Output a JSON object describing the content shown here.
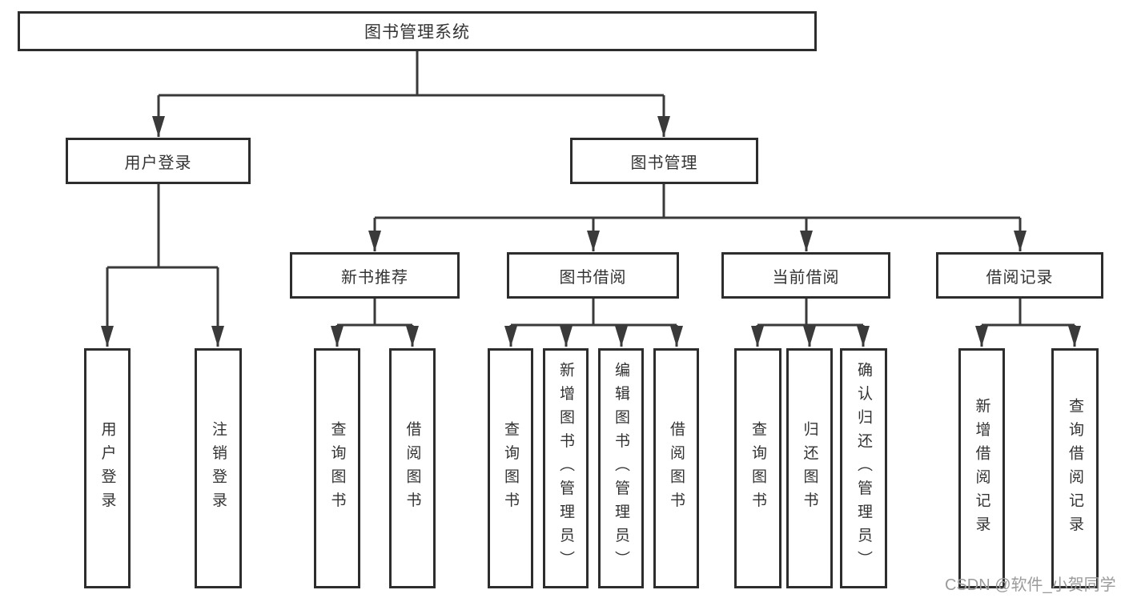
{
  "diagram": {
    "title": "图书管理系统",
    "level2": {
      "user_login": "用户登录",
      "book_mgmt": "图书管理"
    },
    "level3": {
      "new_books": "新书推荐",
      "borrowing": "图书借阅",
      "current": "当前借阅",
      "records": "借阅记录"
    },
    "leaves": {
      "login": "用户登录",
      "logout": "注销登录",
      "nb_query": "查询图书",
      "nb_borrow": "借阅图书",
      "bw_query": "查询图书",
      "bw_add": "新增图书（管理员）",
      "bw_edit": "编辑图书（管理员）",
      "bw_borrow": "借阅图书",
      "cu_query": "查询图书",
      "cu_return": "归还图书",
      "cu_confirm": "确认归还（管理员）",
      "re_add": "新增借阅记录",
      "re_query": "查询借阅记录"
    }
  },
  "watermark": "CSDN @软件_小贺同学",
  "colors": {
    "line": "#3a3a3a",
    "border": "#2d2d2d",
    "text": "#333333",
    "watermark_text": "#9b9b9b",
    "background": "#ffffff"
  }
}
